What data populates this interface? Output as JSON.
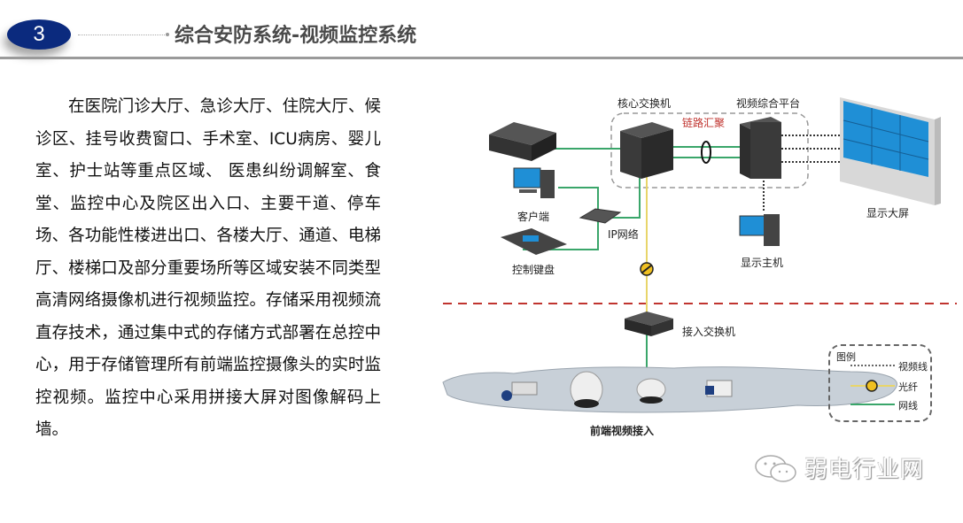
{
  "header": {
    "section_number": "3",
    "title": "综合安防系统-视频监控系统"
  },
  "body": {
    "paragraph": "在医院门诊大厅、急诊大厅、住院大厅、候诊区、挂号收费窗口、手术室、ICU病房、婴儿室、护士站等重点区域、 医患纠纷调解室、食堂、监控中心及院区出入口、主要干道、停车场、各功能性楼进出口、各楼大厅、通道、电梯厅、楼梯口及部分重要场所等区域安装不同类型高清网络摄像机进行视频监控。存储采用视频流直存技术，通过集中式的存储方式部署在总控中心，用于存储管理所有前端监控摄像头的实时监控视频。监控中心采用拼接大屏对图像解码上墙。"
  },
  "diagram": {
    "core_switch": "核心交换机",
    "video_platform": "视频综合平台",
    "link_aggregation": "链路汇聚",
    "client": "客户端",
    "ip_network": "IP网络",
    "control_keyboard": "控制键盘",
    "display_host": "显示主机",
    "display_wall": "显示大屏",
    "access_switch": "接入交换机",
    "frontend": "前端视频接入",
    "colors": {
      "network_line": "#3aa66a",
      "fiber_line": "#e8d56a",
      "divider": "#c0342f",
      "screen": "#1f8fd6"
    }
  },
  "legend": {
    "title": "图例",
    "items": [
      {
        "label": "视频线",
        "style": "dotted"
      },
      {
        "label": "光纤",
        "style": "fiber"
      },
      {
        "label": "网线",
        "style": "solid"
      }
    ]
  },
  "watermark": {
    "text": "弱电行业网"
  }
}
